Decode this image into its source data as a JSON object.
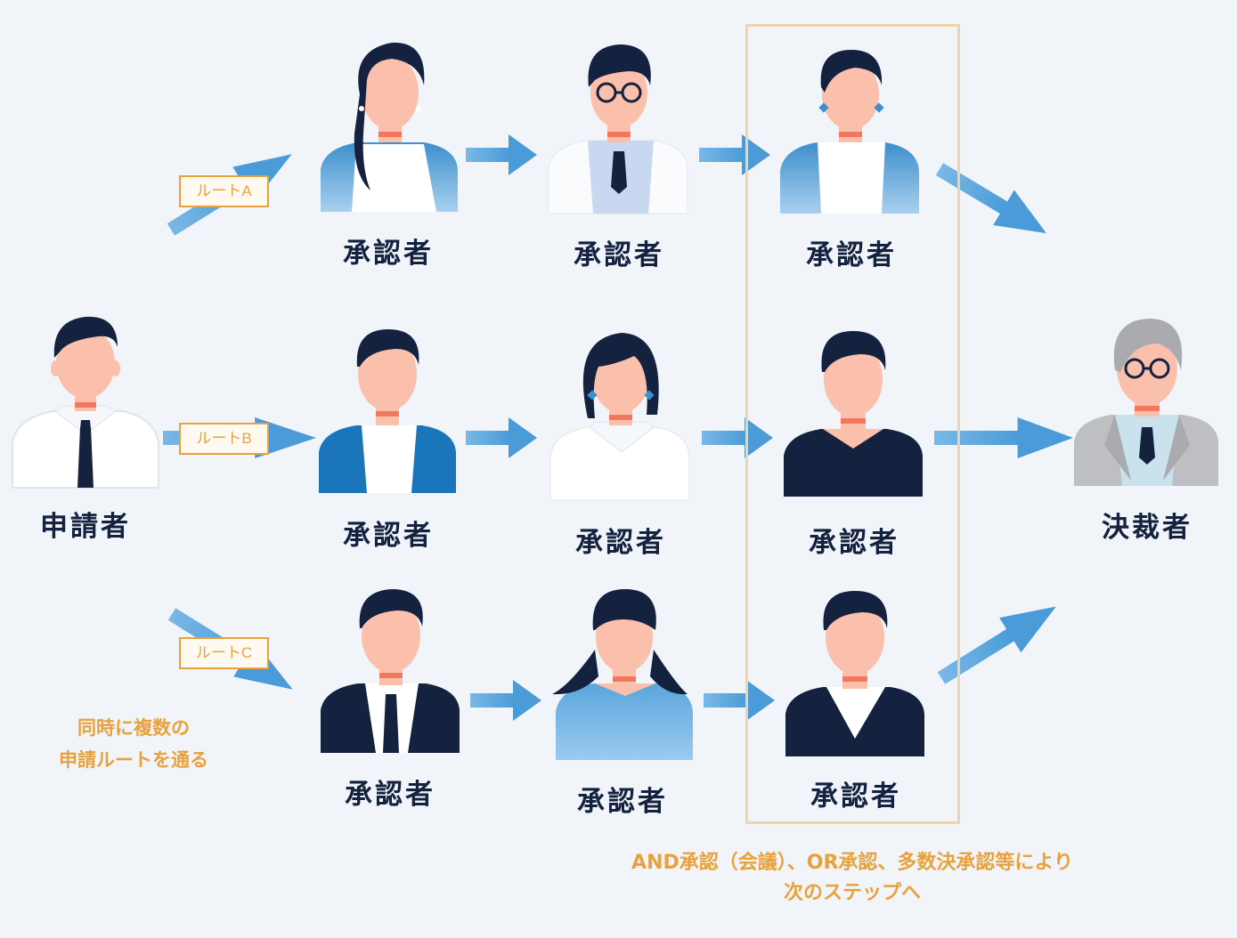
{
  "labels": {
    "applicant": "申請者",
    "approver": "承認者",
    "decider": "決裁者"
  },
  "routes": [
    "ルートA",
    "ルートB",
    "ルートC"
  ],
  "notes": {
    "multi_route": [
      "同時に複数の",
      "申請ルートを通る"
    ],
    "step_rule": [
      "AND承認（会議）、OR承認、多数決承認等により",
      "次のステップへ"
    ]
  },
  "colors": {
    "background": "#f1f5fa",
    "arrow": "#5ca6dc",
    "accent_orange": "#e9a23b",
    "step_box_border": "#f0d3a8",
    "navy": "#14213f",
    "skin": "#fbc0ac",
    "neck_shadow": "#f3775f"
  }
}
